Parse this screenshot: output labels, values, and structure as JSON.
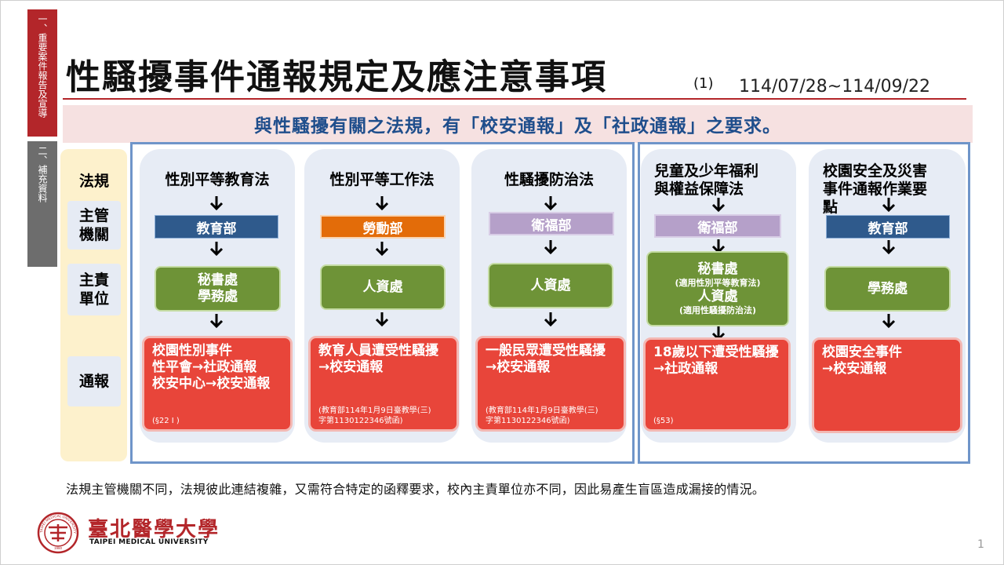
{
  "side_tabs": [
    {
      "label": "一、重要案件報告及宣導"
    },
    {
      "label": "二、補充資料"
    }
  ],
  "title": "性騷擾事件通報規定及應注意事項",
  "title_suffix": "(1)",
  "date_range": "114/07/28~114/09/22",
  "banner": "與性騷擾有關之法規，有「校安通報」及「社政通報」之要求。",
  "row_labels": {
    "law": "法規",
    "authority": "主管\n機關",
    "unit": "主責\n單位",
    "report": "通報"
  },
  "columns": [
    {
      "law": "性別平等教育法",
      "agency": "教育部",
      "agency_color": "#2f5a8c",
      "unit_lines": [
        "秘書處",
        "學務處"
      ],
      "report": "校園性別事件\n性平會→社政通報\n校安中心→校安通報",
      "ref": "(§22 I )"
    },
    {
      "law": "性別平等工作法",
      "agency": "勞動部",
      "agency_color": "#e36c09",
      "unit_lines": [
        "人資處"
      ],
      "report": "教育人員遭受性騷擾\n→校安通報",
      "ref": "(教育部114年1月9日臺教學(三)\n字第1130122346號函)"
    },
    {
      "law": "性騷擾防治法",
      "agency": "衛福部",
      "agency_color": "#b5a0c9",
      "unit_lines": [
        "人資處"
      ],
      "report": "一般民眾遭受性騷擾\n→校安通報",
      "ref": "(教育部114年1月9日臺教學(三)\n字第1130122346號函)"
    },
    {
      "law": "兒童及少年福利\n與權益保障法",
      "agency": "衛福部",
      "agency_color": "#b5a0c9",
      "unit_lines": [
        "秘書處",
        "(適用性別平等教育法)",
        "人資處",
        "(適用性騷擾防治法)"
      ],
      "report": "18歲以下遭受性騷擾\n→社政通報",
      "ref": "(§53)"
    },
    {
      "law": "校園安全及災害\n事件通報作業要\n點",
      "agency": "教育部",
      "agency_color": "#2f5a8c",
      "unit_lines": [
        "學務處"
      ],
      "report": "校園安全事件\n→校安通報",
      "ref": ""
    }
  ],
  "footer_note": "法規主管機關不同，法規彼此連結複雜，又需符合特定的函釋要求，校內主責單位亦不同，因此易產生盲區造成漏接的情況。",
  "university": {
    "name_zh": "臺北醫學大學",
    "name_en": "TAIPEI MEDICAL UNIVERSITY",
    "seal_text": "TAIPEI MEDICAL UNIVERSITY",
    "seal_year": "1960"
  },
  "page_number": "1"
}
